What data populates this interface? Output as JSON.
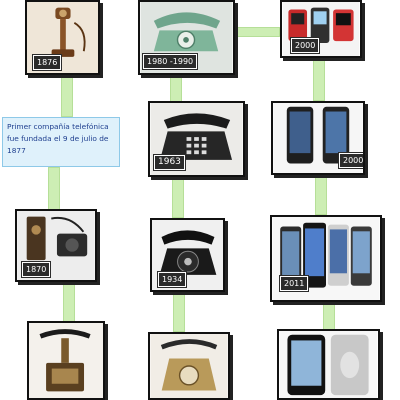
{
  "note": {
    "text": "Primer compañía telefónica fue fundada el 9 de julio de 1877"
  },
  "years": {
    "y1876": "1876",
    "y1980": "1980 -1990",
    "y2000a": "2000",
    "y1963": "1963",
    "y2000b": "2000",
    "y1870": "1870",
    "y1934": "1934",
    "y2011": "2011"
  },
  "colors": {
    "connector": "#cdeeb4",
    "note_bg": "#dff1fb",
    "note_text": "#1f3f8f",
    "frame": "#111111"
  }
}
